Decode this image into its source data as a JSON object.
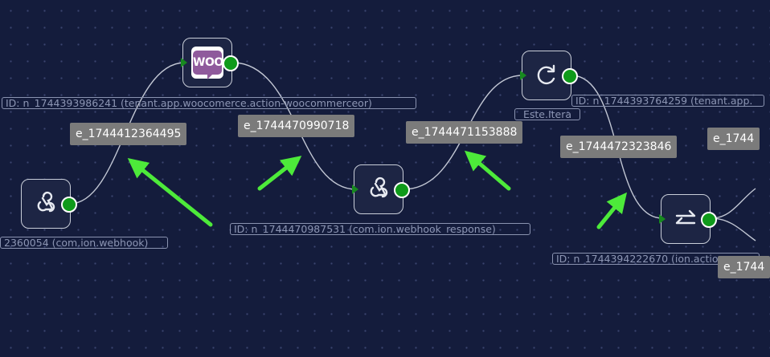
{
  "canvas": {
    "nodes": [
      {
        "key": "webhook_1",
        "icon": "webhook-icon",
        "id_label": "2360054 (com.ion.webhook)"
      },
      {
        "key": "woocommerce",
        "icon": "woocommerce-icon",
        "icon_text": "WOO",
        "id_label": "ID: n_1744393986241 (tenant.app.woocomerce.action-woocommerceor)"
      },
      {
        "key": "webhook_response",
        "icon": "webhook-icon",
        "id_label": "ID: n_1744470987531 (com.ion.webhook_response)"
      },
      {
        "key": "iterator",
        "icon": "loop-icon",
        "name_label": "Este.Itera",
        "id_label": "ID: n_1744393764259 (tenant.app."
      },
      {
        "key": "swap",
        "icon": "swap-arrows-icon",
        "id_label": "ID: n_1744394222670 (ion.action."
      }
    ],
    "edges": [
      {
        "label": "e_1744412364495"
      },
      {
        "label": "e_1744470990718"
      },
      {
        "label": "e_1744471153888"
      },
      {
        "label": "e_1744472323846"
      },
      {
        "label": "e_1744"
      },
      {
        "label": "e_1744"
      }
    ]
  },
  "colors": {
    "background": "#141c3c",
    "grid_dot": "#3b4570",
    "node_border": "#c9ced9",
    "port_out": "#0f9a1a",
    "edge_label_bg": "#7b7b7b",
    "annotation_arrow": "#4dea3a",
    "woocommerce_brand": "#8f5a9c"
  }
}
